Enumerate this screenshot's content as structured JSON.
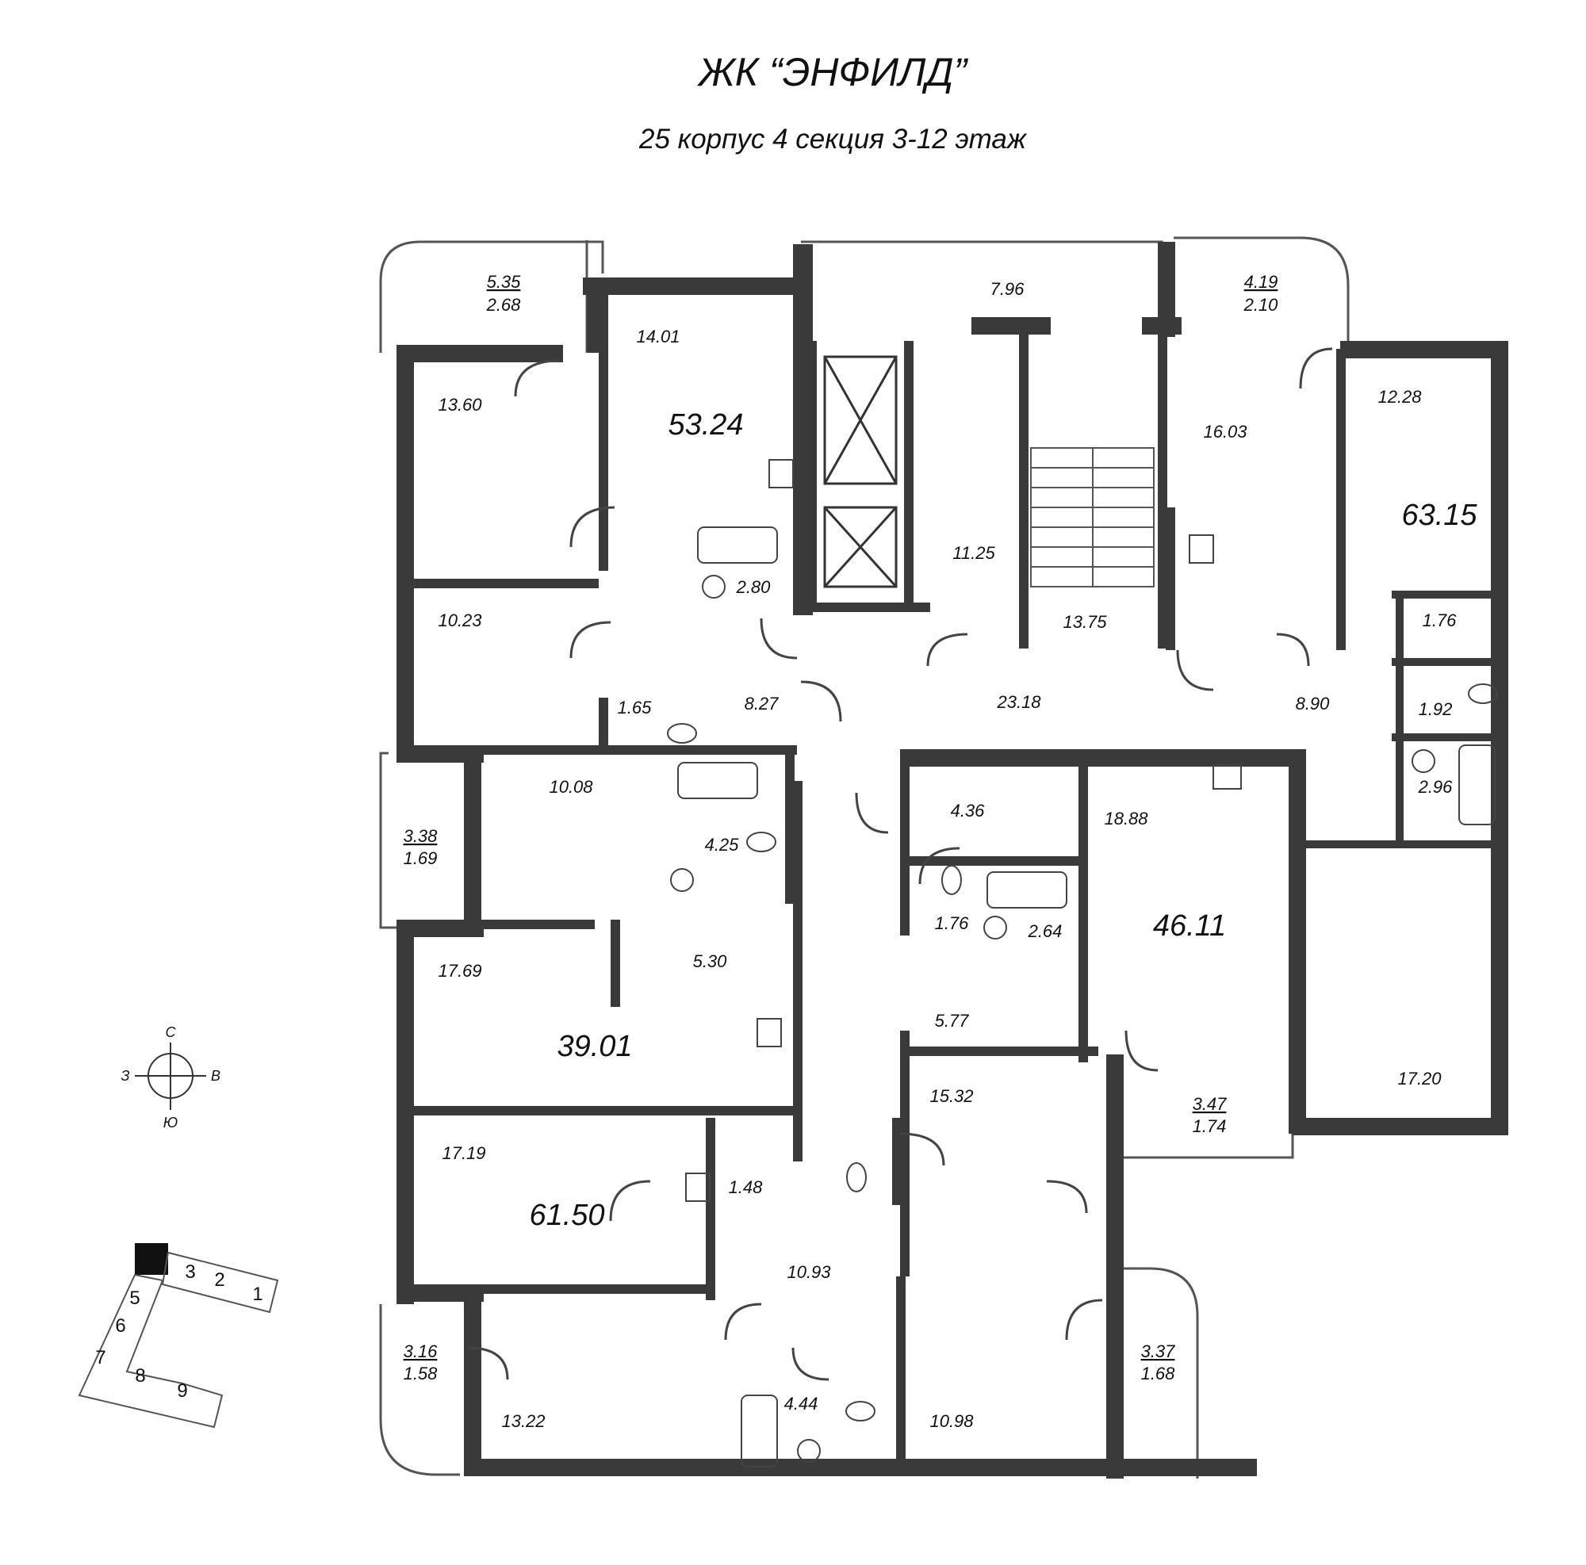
{
  "title": "ЖК “ЭНФИЛД”",
  "subtitle": "25 корпус 4 секция 3-12 этаж",
  "colors": {
    "wall": "#3a3a3a",
    "line": "#333333",
    "background": "#ffffff",
    "highlight": "#111111"
  },
  "apartments": [
    {
      "total": "53.24",
      "rooms": [
        {
          "area": "5.35",
          "secondary": "2.68",
          "type": "loggia"
        },
        {
          "area": "14.01",
          "type": "room"
        },
        {
          "area": "13.60",
          "type": "room"
        },
        {
          "area": "10.23",
          "type": "room"
        },
        {
          "area": "2.80",
          "type": "bathroom"
        },
        {
          "area": "1.65",
          "type": "wc"
        },
        {
          "area": "8.27",
          "type": "hall"
        }
      ]
    },
    {
      "total": "63.15",
      "rooms": [
        {
          "area": "4.19",
          "secondary": "2.10",
          "type": "loggia"
        },
        {
          "area": "16.03",
          "type": "room"
        },
        {
          "area": "12.28",
          "type": "room"
        },
        {
          "area": "1.76",
          "type": "storage"
        },
        {
          "area": "1.92",
          "type": "wc"
        },
        {
          "area": "2.96",
          "type": "bathroom"
        },
        {
          "area": "8.90",
          "type": "hall"
        },
        {
          "area": "17.20",
          "type": "room"
        }
      ]
    },
    {
      "total": "46.11",
      "rooms": [
        {
          "area": "4.36",
          "type": "storage"
        },
        {
          "area": "18.88",
          "type": "kitchen"
        },
        {
          "area": "1.76",
          "type": "wc"
        },
        {
          "area": "2.64",
          "type": "bathroom"
        },
        {
          "area": "5.77",
          "type": "hall"
        },
        {
          "area": "15.32",
          "type": "room"
        },
        {
          "area": "3.47",
          "secondary": "1.74",
          "type": "loggia"
        }
      ]
    },
    {
      "total": "39.01",
      "rooms": [
        {
          "area": "3.38",
          "secondary": "1.69",
          "type": "loggia"
        },
        {
          "area": "10.08",
          "type": "room"
        },
        {
          "area": "4.25",
          "type": "bathroom"
        },
        {
          "area": "5.30",
          "type": "hall"
        },
        {
          "area": "17.69",
          "type": "room"
        }
      ]
    },
    {
      "total": "61.50",
      "rooms": [
        {
          "area": "17.19",
          "type": "room"
        },
        {
          "area": "1.48",
          "type": "wc"
        },
        {
          "area": "10.93",
          "type": "hall"
        },
        {
          "area": "4.44",
          "type": "bathroom"
        },
        {
          "area": "13.22",
          "type": "room"
        },
        {
          "area": "10.98",
          "type": "room"
        },
        {
          "area": "3.16",
          "secondary": "1.58",
          "type": "loggia"
        },
        {
          "area": "3.37",
          "secondary": "1.68",
          "type": "loggia"
        }
      ]
    }
  ],
  "common": [
    {
      "area": "7.96",
      "type": "balcony"
    },
    {
      "area": "11.25",
      "type": "lift-hall"
    },
    {
      "area": "13.75",
      "type": "stairs"
    },
    {
      "area": "23.18",
      "type": "corridor"
    }
  ],
  "compass": {
    "n": "С",
    "s": "Ю",
    "w": "З",
    "e": "В"
  },
  "section_map": {
    "sections": [
      "1",
      "2",
      "3",
      "4",
      "5",
      "6",
      "7",
      "8",
      "9"
    ],
    "active": "4"
  }
}
